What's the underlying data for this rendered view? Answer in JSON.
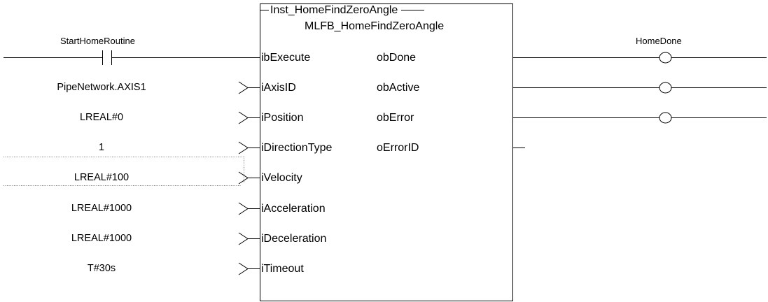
{
  "block": {
    "instance_name": "Inst_HomeFindZeroAngle",
    "type_name": "MLFB_HomeFindZeroAngle"
  },
  "contact": {
    "label": "StartHomeRoutine"
  },
  "inputs": [
    {
      "pin": "ibExecute",
      "value": ""
    },
    {
      "pin": "iAxisID",
      "value": "PipeNetwork.AXIS1"
    },
    {
      "pin": "iPosition",
      "value": "LREAL#0"
    },
    {
      "pin": "iDirectionType",
      "value": "1"
    },
    {
      "pin": "iVelocity",
      "value": "LREAL#100"
    },
    {
      "pin": "iAcceleration",
      "value": "LREAL#1000"
    },
    {
      "pin": "iDeceleration",
      "value": "LREAL#1000"
    },
    {
      "pin": "iTimeout",
      "value": "T#30s"
    }
  ],
  "outputs": [
    {
      "pin": "obDone"
    },
    {
      "pin": "obActive"
    },
    {
      "pin": "obError"
    },
    {
      "pin": "oErrorID"
    }
  ],
  "coil": {
    "label": "HomeDone"
  }
}
